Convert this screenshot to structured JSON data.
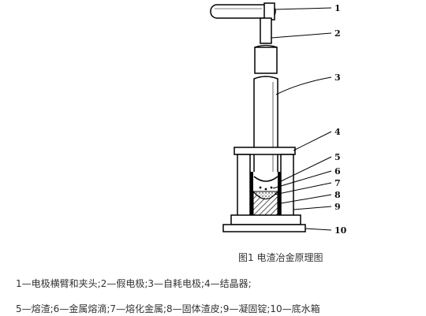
{
  "figure": {
    "callouts": [
      "1",
      "2",
      "3",
      "4",
      "5",
      "6",
      "7",
      "8",
      "9",
      "10"
    ],
    "caption": "图1 电渣冶金原理图"
  },
  "legend": {
    "line1": "1—电极横臂和夹头;2—假电极;3—自耗电极;4—结晶器;",
    "line2": "5—熔渣;6—金属熔滴;7—熔化金属;8—固体渣皮;9—凝固锭;10—底水箱"
  }
}
